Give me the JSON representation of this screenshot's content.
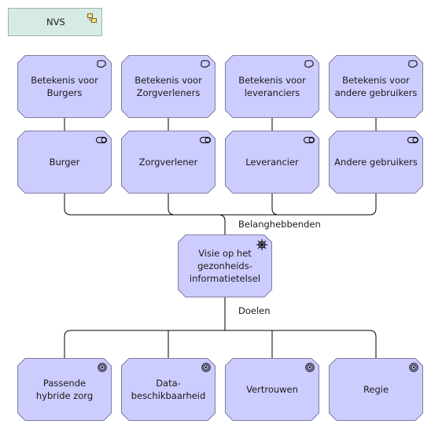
{
  "group": {
    "label": "NVS",
    "icon": "grouping-icon"
  },
  "colors": {
    "node_fill": "#ccccff",
    "node_stroke": "#7f7f9f",
    "group_fill": "#d7ebe5",
    "line": "#000000"
  },
  "meanings": [
    {
      "label": "Betekenis voor\nBurgers",
      "icon": "meaning-icon"
    },
    {
      "label": "Betekenis voor\nZorgverleners",
      "icon": "meaning-icon"
    },
    {
      "label": "Betekenis voor\nleveranciers",
      "icon": "meaning-icon"
    },
    {
      "label": "Betekenis voor\nandere gebruikers",
      "icon": "meaning-icon"
    }
  ],
  "stakeholders": [
    {
      "label": "Burger",
      "icon": "stakeholder-icon"
    },
    {
      "label": "Zorgverlener",
      "icon": "stakeholder-icon"
    },
    {
      "label": "Leverancier",
      "icon": "stakeholder-icon"
    },
    {
      "label": "Andere gebruikers",
      "icon": "stakeholder-icon"
    }
  ],
  "driver": {
    "label": "Visie op het\ngezonheids-\ninformatietelsel",
    "icon": "driver-icon"
  },
  "edge_labels": {
    "stakeholders": "Belanghebbenden",
    "goals": "Doelen"
  },
  "goals": [
    {
      "label": "Passende\nhybride zorg",
      "icon": "goal-icon"
    },
    {
      "label": "Data-\nbeschikbaarheid",
      "icon": "goal-icon"
    },
    {
      "label": "Vertrouwen",
      "icon": "goal-icon"
    },
    {
      "label": "Regie",
      "icon": "goal-icon"
    }
  ]
}
